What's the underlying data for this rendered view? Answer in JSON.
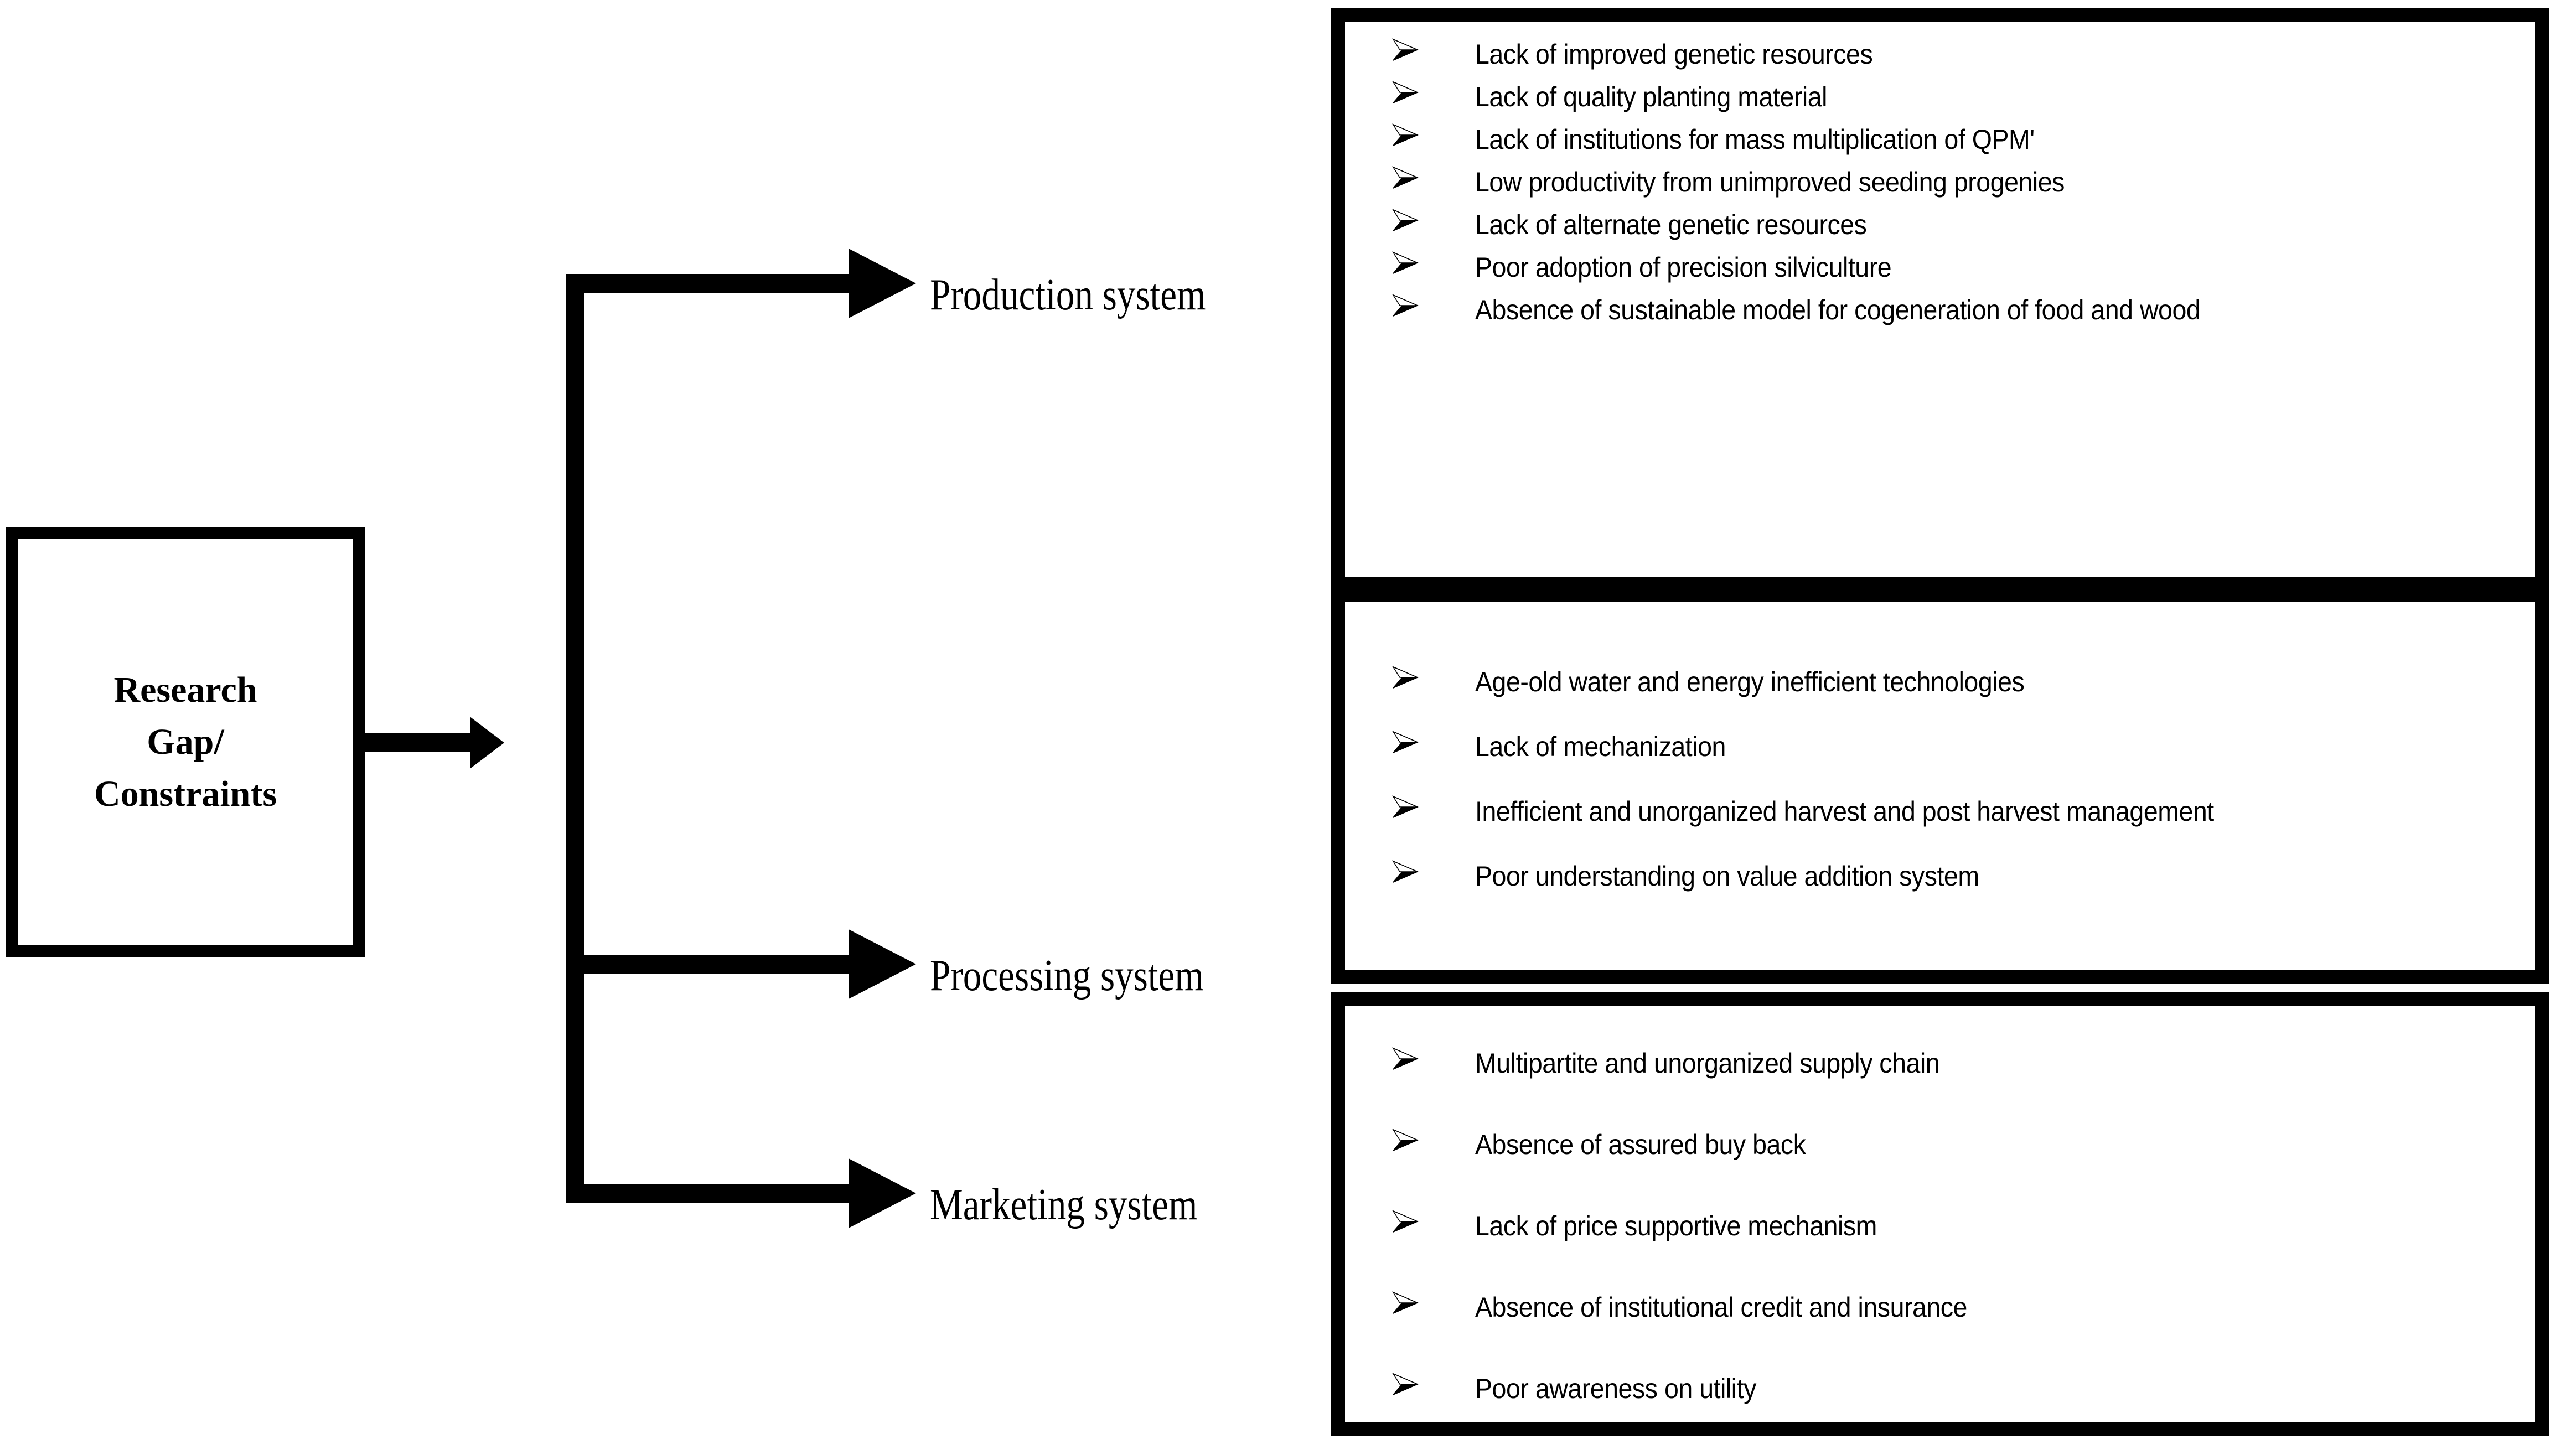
{
  "diagram": {
    "title_node": {
      "label": "Research\nGap/\nConstraints"
    },
    "branches": [
      {
        "stage_label": "Production system",
        "bullet_icon": "arrowhead-bullet-icon",
        "items": [
          "Lack of improved genetic resources",
          "Lack of quality planting material",
          "Lack of institutions for mass multiplication of QPM'",
          "Low productivity from unimproved seeding progenies",
          "Lack of alternate genetic resources",
          "Poor adoption of precision silviculture",
          "Absence of sustainable model for cogeneration of food and wood"
        ]
      },
      {
        "stage_label": "Processing system",
        "bullet_icon": "arrowhead-bullet-icon",
        "items": [
          "Age-old water and energy inefficient technologies",
          "Lack of mechanization",
          "Inefficient and unorganized harvest and post harvest management",
          "Poor understanding on value addition system"
        ]
      },
      {
        "stage_label": "Marketing system",
        "bullet_icon": "arrowhead-bullet-icon",
        "items": [
          "Multipartite and unorganized supply chain",
          "Absence of assured buy back",
          "Lack of price supportive mechanism",
          "Absence of institutional credit and insurance",
          "Poor awareness on utility"
        ]
      }
    ],
    "colors": {
      "stroke": "#000000",
      "fill": "#ffffff"
    }
  }
}
